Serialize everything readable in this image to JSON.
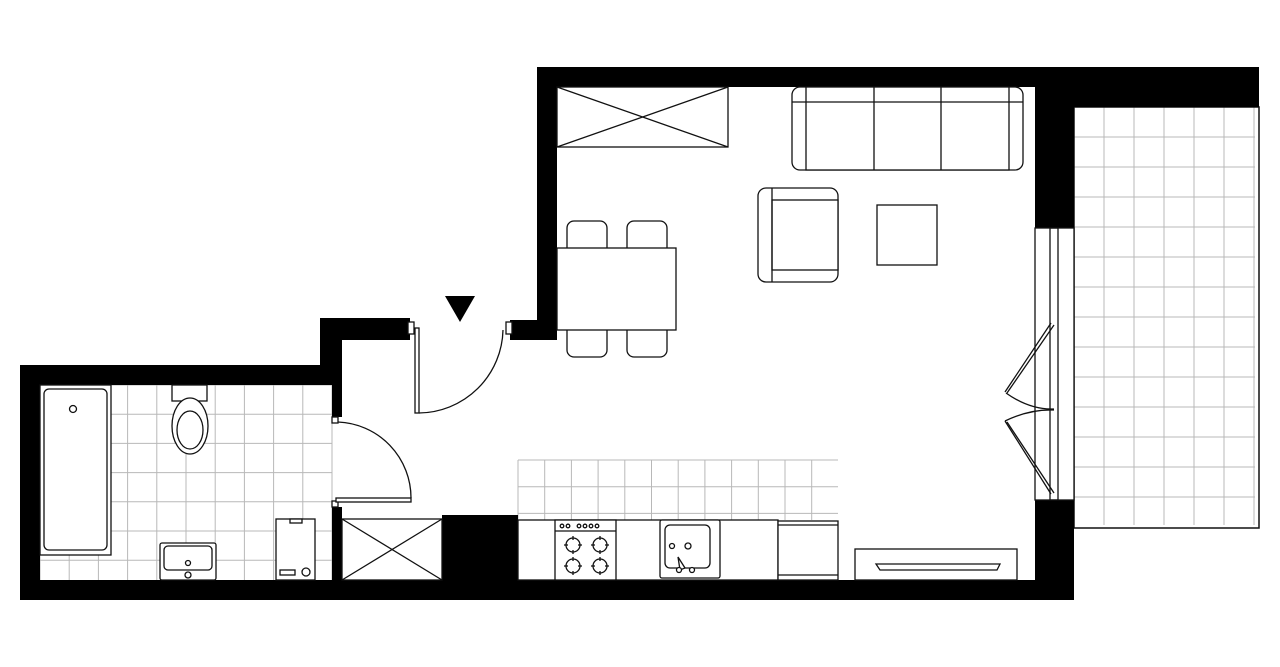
{
  "plan": {
    "colors": {
      "wall": "#000000",
      "floor": "#ffffff",
      "line": "#111111",
      "tile_grid": "#b8b8b8"
    },
    "rooms": [
      "bathroom",
      "hallway",
      "living-room-with-kitchen",
      "balcony"
    ],
    "fixtures": [
      "bathtub-icon",
      "toilet-icon",
      "washbasin-icon",
      "washing-machine-icon",
      "wardrobe-icon",
      "stove-icon",
      "kitchen-sink-icon",
      "fridge-icon",
      "tv-cabinet-icon",
      "sofa-icon",
      "armchair-icon",
      "coffee-table-icon",
      "dining-table-icon",
      "chair-icon",
      "entrance-arrow-icon",
      "door-icon",
      "balcony-door-icon"
    ]
  }
}
